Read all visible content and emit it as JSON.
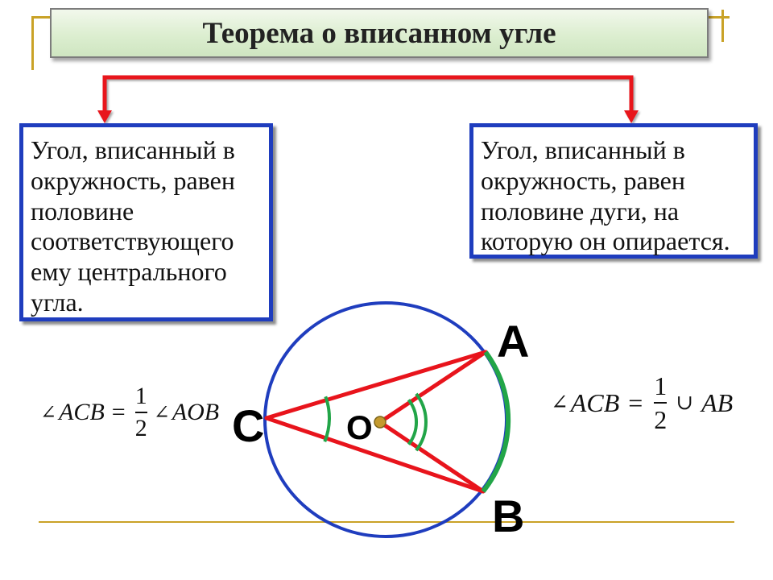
{
  "slide": {
    "title": "Теорема о вписанном угле"
  },
  "boxes": {
    "left": {
      "lines": [
        "Угол, вписанный в",
        "окружность, равен",
        "половине",
        "соответствующего",
        "ему центрального",
        "угла."
      ]
    },
    "right": {
      "lines": [
        "Угол, вписанный в",
        "окружность, равен",
        "половине дуги, на",
        "которую он опирается."
      ]
    }
  },
  "formulas": {
    "left": {
      "angle_symbol": "∠",
      "lhs": "ACB",
      "equals": "=",
      "numerator": "1",
      "denominator": "2",
      "rhs_symbol": "∠",
      "rhs": "AOB"
    },
    "right": {
      "angle_symbol": "∠",
      "lhs": "ACB",
      "equals": "=",
      "numerator": "1",
      "denominator": "2",
      "rhs_symbol": "∪",
      "rhs": "AB"
    }
  },
  "diagram": {
    "labels": {
      "a": "A",
      "b": "B",
      "c": "C",
      "o": "O"
    }
  },
  "colors": {
    "connector_red": "#E8141C",
    "box_border_blue": "#1F3DBE",
    "circle_blue": "#1F3DBE",
    "arc_green": "#22A548",
    "accent_gold": "#C9A227",
    "center_point": "#C49A2E"
  }
}
